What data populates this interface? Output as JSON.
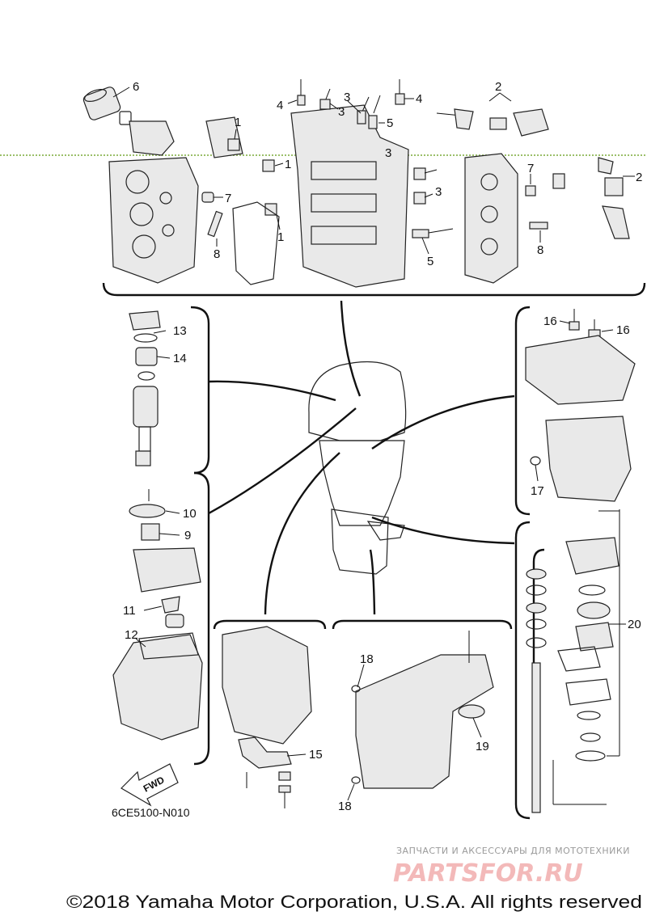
{
  "diagram": {
    "code": "6CE5100-N010",
    "direction_label": "FWD",
    "callouts": [
      {
        "id": "c6",
        "label": "6"
      },
      {
        "id": "c2a",
        "label": "2"
      },
      {
        "id": "c4a",
        "label": "4"
      },
      {
        "id": "c3a",
        "label": "3"
      },
      {
        "id": "c3b",
        "label": "3"
      },
      {
        "id": "c5a",
        "label": "5"
      },
      {
        "id": "c4b",
        "label": "4"
      },
      {
        "id": "c1a",
        "label": "1"
      },
      {
        "id": "c1b",
        "label": "1"
      },
      {
        "id": "c3c",
        "label": "3"
      },
      {
        "id": "c7a",
        "label": "7"
      },
      {
        "id": "c1c",
        "label": "1"
      },
      {
        "id": "c8a",
        "label": "8"
      },
      {
        "id": "c3d",
        "label": "3"
      },
      {
        "id": "c5b",
        "label": "5"
      },
      {
        "id": "c7b",
        "label": "7"
      },
      {
        "id": "c2b",
        "label": "2"
      },
      {
        "id": "c8b",
        "label": "8"
      },
      {
        "id": "c13",
        "label": "13"
      },
      {
        "id": "c14",
        "label": "14"
      },
      {
        "id": "c16a",
        "label": "16"
      },
      {
        "id": "c16b",
        "label": "16"
      },
      {
        "id": "c17",
        "label": "17"
      },
      {
        "id": "c10",
        "label": "10"
      },
      {
        "id": "c9",
        "label": "9"
      },
      {
        "id": "c11",
        "label": "11"
      },
      {
        "id": "c12",
        "label": "12"
      },
      {
        "id": "c20",
        "label": "20"
      },
      {
        "id": "c18a",
        "label": "18"
      },
      {
        "id": "c15",
        "label": "15"
      },
      {
        "id": "c19",
        "label": "19"
      },
      {
        "id": "c18b",
        "label": "18"
      }
    ]
  },
  "watermark": {
    "tagline": "ЗАПЧАСТИ И АКСЕССУАРЫ ДЛЯ МОТОТЕХНИКИ",
    "brand": "PARTSFOR.RU"
  },
  "footer": {
    "copyright": "©2018 Yamaha Motor Corporation, U.S.A. All rights reserved"
  }
}
